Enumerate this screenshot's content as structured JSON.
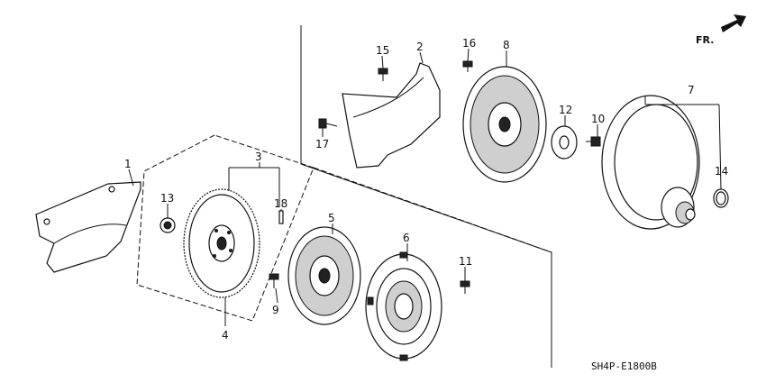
{
  "diagram": {
    "direction_label": "FR.",
    "drawing_code": "SH4P-E1800B",
    "callouts": [
      "1",
      "2",
      "3",
      "4",
      "5",
      "6",
      "7",
      "8",
      "9",
      "10",
      "11",
      "12",
      "13",
      "14",
      "15",
      "16",
      "17",
      "18"
    ]
  }
}
